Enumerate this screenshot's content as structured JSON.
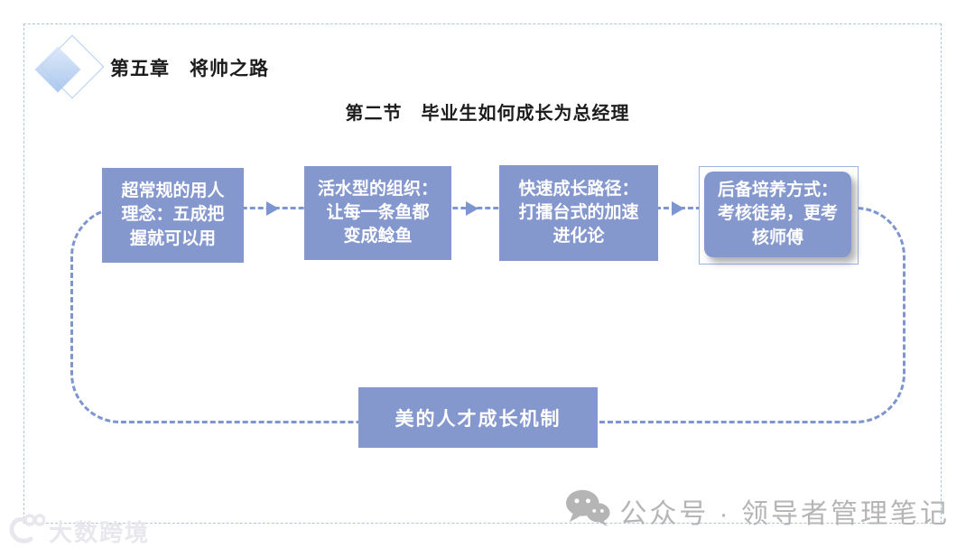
{
  "slide": {
    "chapter_title": "第五章　将帅之路",
    "section_title": "第二节　毕业生如何成长为总经理"
  },
  "flow": {
    "boxes": [
      {
        "label": "超常规的用人\n理念：五成把\n握就可以用"
      },
      {
        "label": "活水型的组织：\n让每一条鱼都\n变成鲶鱼"
      },
      {
        "label": "快速成长路径：\n打擂台式的加速\n进化论"
      },
      {
        "label": "后备培养方式：\n考核徒弟，更考\n核师傅"
      }
    ],
    "summary_box": {
      "label": "美的人才成长机制"
    }
  },
  "footer": {
    "account_label": "公众号 · 领导者管理笔记",
    "watermark": "大数跨境"
  },
  "icons": {
    "wechat": "wechat-icon",
    "arrow": "arrow-right-icon",
    "diamond": "diamond-decoration"
  },
  "colors": {
    "box_fill": "#8598CE",
    "connector": "#7E96CF",
    "slide_border": "#A9C7E7",
    "footer_text": "#B5B5B5",
    "watermark_text": "#E8E7ED",
    "title_text": "#1C1C1C"
  }
}
